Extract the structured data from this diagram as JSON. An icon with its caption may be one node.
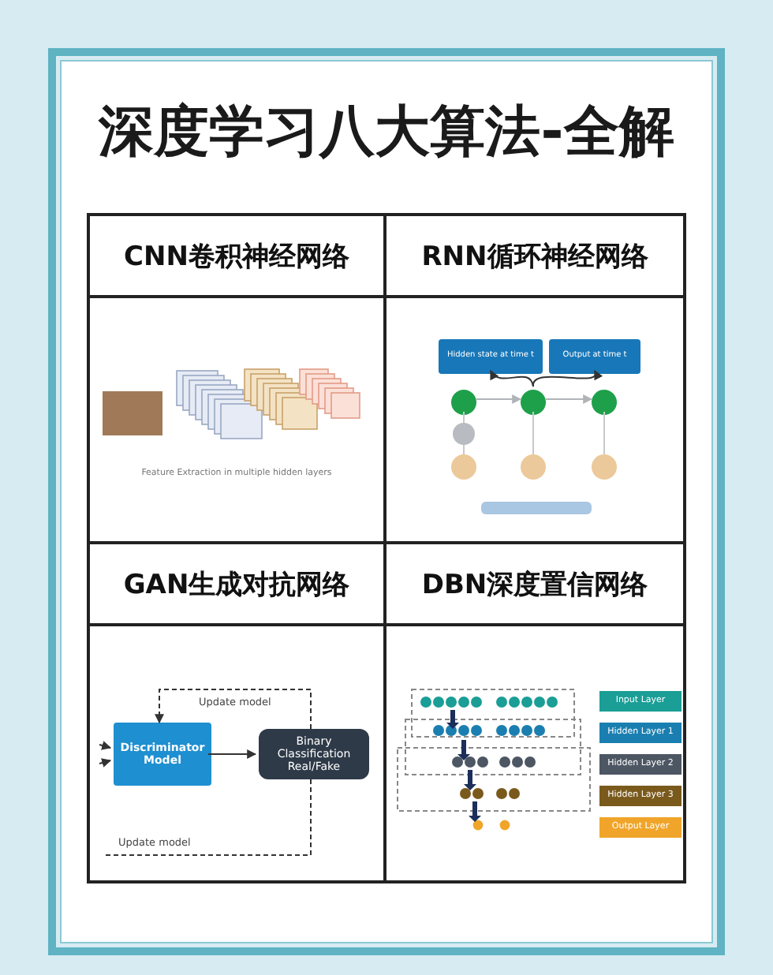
{
  "diagram": {
    "title": "深度学习八大算法-全解",
    "nodes": [
      {
        "text": [
          "CNN卷积神经网络"
        ]
      },
      {
        "text": [
          "RNN循环神经网络"
        ]
      },
      {
        "text": [
          "GAN生成对抗网络"
        ]
      },
      {
        "text": [
          "DBN深度置信网络"
        ]
      },
      {
        "text": [
          "Hidden state at time t"
        ],
        "in": 1
      },
      {
        "text": [
          "Output at time t"
        ],
        "in": 1
      },
      {
        "text": [],
        "shape": "circle",
        "in": 1
      },
      {
        "text": [],
        "shape": "circle",
        "in": 1
      },
      {
        "text": [],
        "shape": "circle",
        "in": 1
      },
      {
        "text": [
          "Discriminator Model"
        ],
        "in": 2
      },
      {
        "text": [
          "Binary Classification Real/Fake"
        ],
        "in": 2
      }
    ],
    "edges": [
      {
        "from": 7,
        "to": 4,
        "arrow": "to"
      },
      {
        "from": 7,
        "to": 5,
        "arrow": "to"
      },
      {
        "from": 6,
        "to": 7,
        "arrow": "to",
        "color": "#b0b4b8"
      },
      {
        "from": 7,
        "to": 8,
        "arrow": "to",
        "color": "#b0b4b8"
      },
      {
        "from": 9,
        "to": 10,
        "arrow": "to"
      },
      {
        "from": 10,
        "to": 9,
        "arrow": "to",
        "style": "dashed",
        "label": "Update model"
      },
      {
        "from": 10,
        "to": null,
        "arrow": "none",
        "style": "dashed",
        "label": "Update model"
      },
      {
        "from": null,
        "to": 9,
        "arrow": "to"
      },
      {
        "from": null,
        "to": 9,
        "arrow": "to"
      }
    ],
    "labels": [
      "Feature Extraction in multiple hidden layers"
    ],
    "legend": [
      {
        "text": "Input Layer",
        "color": "#1a9e96"
      },
      {
        "text": "Hidden Layer 1",
        "color": "#1a7fb0"
      },
      {
        "text": "Hidden Layer 2",
        "color": "#4d5663"
      },
      {
        "text": "Hidden Layer 3",
        "color": "#7a5a1c"
      },
      {
        "text": "Output Layer",
        "color": "#f0a52a"
      }
    ]
  }
}
